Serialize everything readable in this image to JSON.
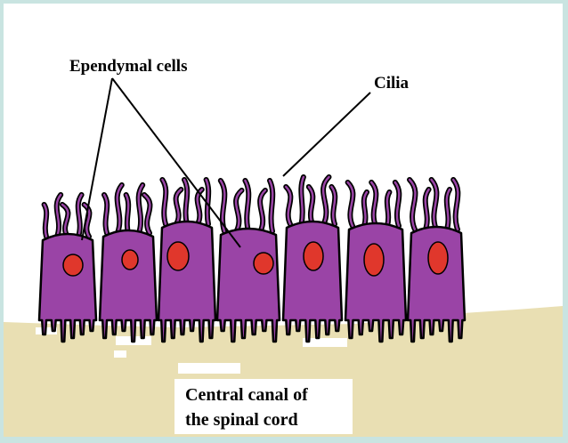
{
  "labels": {
    "ependymal": "Ependymal cells",
    "cilia": "Cilia",
    "canal_line1": "Central canal of",
    "canal_line2": "the spinal cord"
  },
  "colors": {
    "frame": "#c9e4e1",
    "background": "#ffffff",
    "tissue": "#e9dfb3",
    "cell_fill": "#9a44a6",
    "cell_outline": "#000000",
    "nucleus": "#e0372c",
    "cilia": "#000000"
  },
  "cell_count": 7
}
